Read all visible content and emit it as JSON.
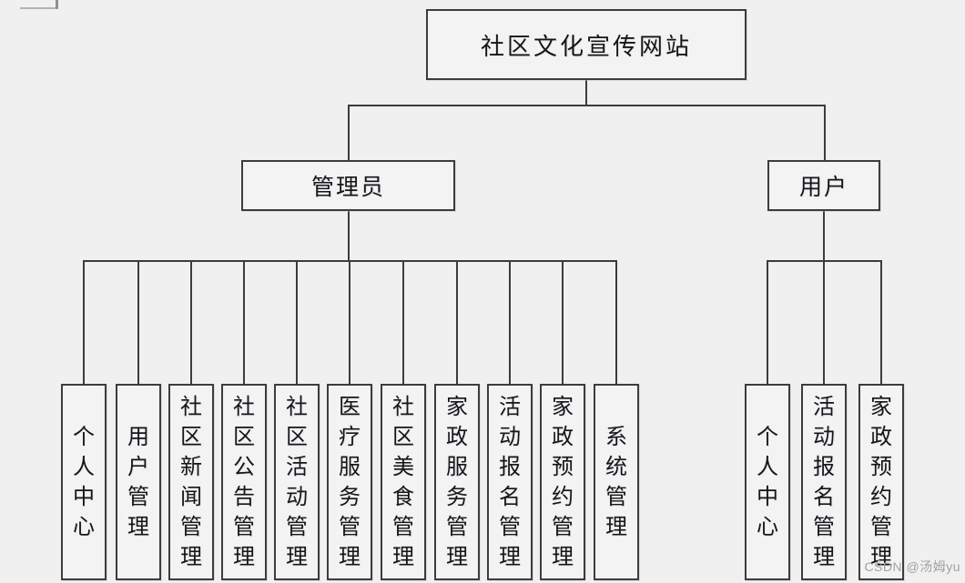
{
  "page": {
    "background": "#f0f0f1",
    "watermark": "CSDN @汤姆yu"
  },
  "chart": {
    "type": "org-tree",
    "root": {
      "label": "社区文化宣传网站"
    },
    "branches": [
      {
        "label": "管理员",
        "children": [
          "个人中心",
          "用户管理",
          "社区新闻管理",
          "社区公告管理",
          "社区活动管理",
          "医疗服务管理",
          "社区美食管理",
          "家政服务管理",
          "活动报名管理",
          "家政预约管理",
          "系统管理"
        ]
      },
      {
        "label": "用户",
        "children": [
          "个人中心",
          "活动报名管理",
          "家政预约管理"
        ]
      }
    ]
  },
  "colors": {
    "line": "#3c3c3c",
    "box_border": "#3c3c3c",
    "box_fill": "#f3f3f4",
    "text": "#161616",
    "watermark": "#a2a2a2"
  }
}
